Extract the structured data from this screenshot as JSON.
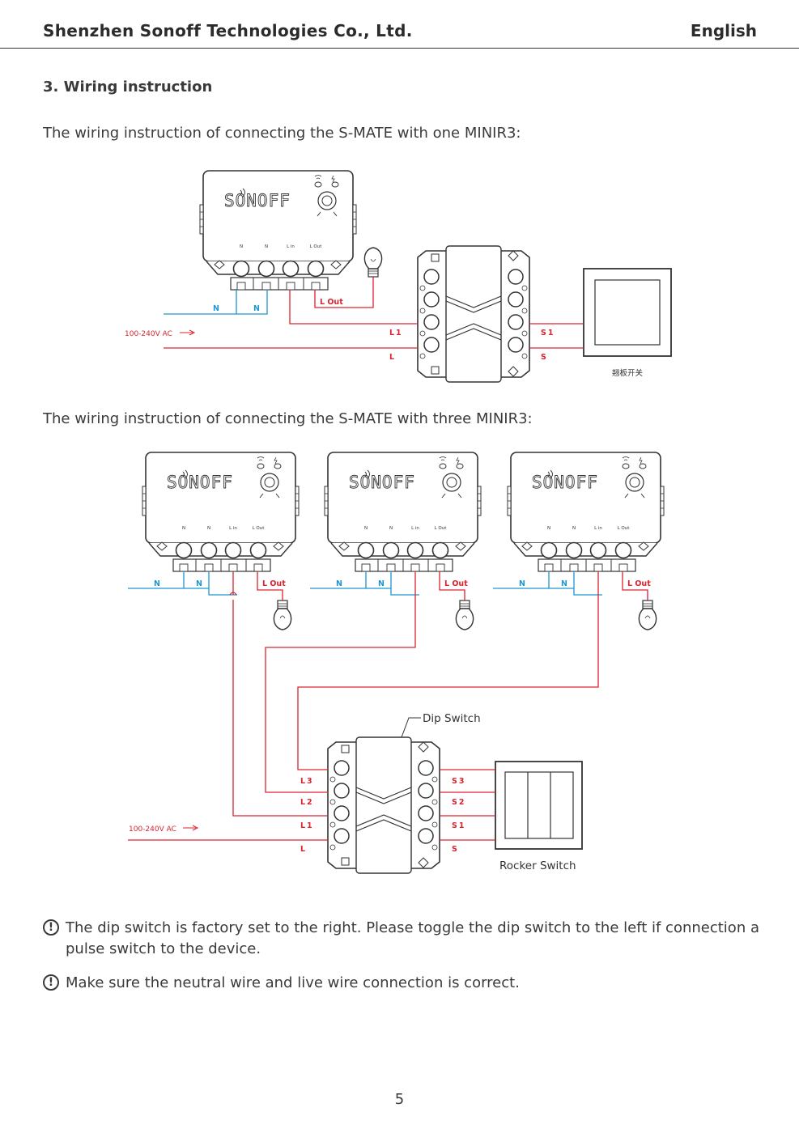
{
  "header": {
    "company": "Shenzhen Sonoff Technologies Co., Ltd.",
    "language": "English"
  },
  "section": {
    "title": "3. Wiring instruction",
    "caption_one": "The wiring instruction of connecting the S-MATE with one MINIR3:",
    "caption_three": "The wiring instruction of connecting the S-MATE with three MINIR3:"
  },
  "diagram_one": {
    "supply": "100-240V AC",
    "wire_n": "N",
    "wire_l_out": "L Out",
    "wire_l1": "L1",
    "wire_l": "L",
    "wire_s1": "S1",
    "wire_s": "S",
    "switch_label": "翘板开关"
  },
  "diagram_three": {
    "supply": "100-240V AC",
    "wire_n": "N",
    "wire_l_out": "L Out",
    "wire_l3": "L3",
    "wire_l2": "L2",
    "wire_l1": "L1",
    "wire_l": "L",
    "wire_s3": "S3",
    "wire_s2": "S2",
    "wire_s1": "S1",
    "wire_s": "S",
    "dip_switch_label": "Dip Switch",
    "rocker_switch_label": "Rocker Switch"
  },
  "minir3": {
    "brand": "SONOFF",
    "term_n": "N",
    "term_lin": "L in",
    "term_lout": "L Out"
  },
  "notes": {
    "dip": "The dip switch is factory set to the right. Please toggle the dip switch to the left if connection a pulse switch to the device.",
    "neutral": "Make sure the neutral wire and live wire connection is correct.",
    "icon": "!"
  },
  "page_number": "5",
  "colors": {
    "live": "#d9242f",
    "neutral": "#1e96d1",
    "outline": "#333333"
  }
}
